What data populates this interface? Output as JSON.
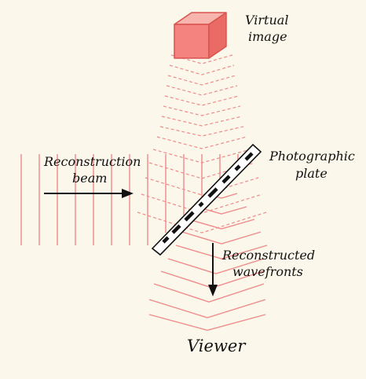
{
  "labels": {
    "virtual_image": [
      "Virtual",
      "image"
    ],
    "reconstruction_beam": [
      "Reconstruction",
      "beam"
    ],
    "photographic_plate": [
      "Photographic",
      "plate"
    ],
    "reconstructed_wavefronts": [
      "Reconstructed",
      "wavefronts"
    ],
    "viewer": "Viewer"
  },
  "colors": {
    "background": "#fbf7ea",
    "wave": "#f08a8a",
    "cube_front": "#f4837f",
    "cube_top": "#f8b5ae",
    "cube_side": "#ea6a66",
    "cube_edge": "#d9534f",
    "ink": "#111111"
  },
  "icons": {
    "cube": "virtual-image-cube-icon",
    "plate": "photographic-plate-icon",
    "arrow_right": "arrow-right-icon",
    "arrow_down": "arrow-down-icon"
  }
}
